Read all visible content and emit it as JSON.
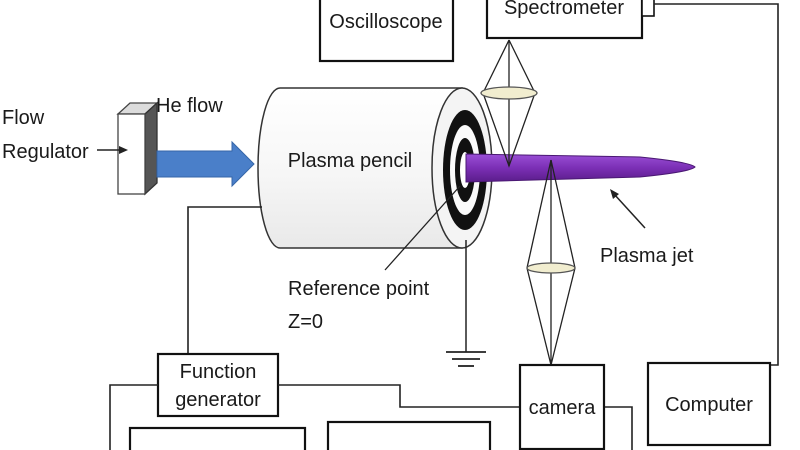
{
  "labels": {
    "oscilloscope": "Oscilloscope",
    "spectrometer": "Spectrometer",
    "flow_regulator_line1": "Flow",
    "flow_regulator_line2": "Regulator",
    "he_flow": "He flow",
    "plasma_pencil": "Plasma pencil",
    "plasma_jet": "Plasma jet",
    "reference_point_line1": "Reference point",
    "reference_point_line2": "Z=0",
    "function_generator_line1": "Function",
    "function_generator_line2": "generator",
    "camera": "camera",
    "computer": "Computer"
  },
  "colors": {
    "he_flow_arrow": "#4a7fc9",
    "plasma_jet": "#7b2fb5",
    "lens_fill": "#f1edcf",
    "outline": "#111111"
  },
  "icons": [
    "ground-symbol-icon",
    "arrow-right-icon",
    "lens-icon"
  ]
}
